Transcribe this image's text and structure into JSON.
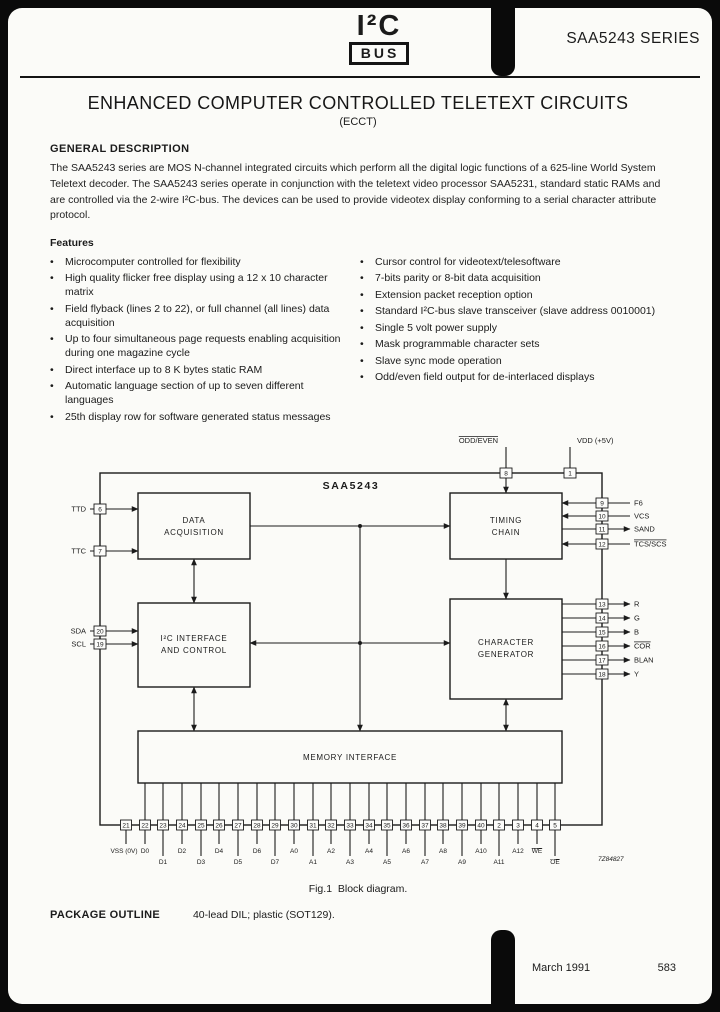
{
  "header": {
    "logo": {
      "line1": "I²C",
      "line2": "BUS"
    },
    "series_title": "SAA5243 SERIES"
  },
  "title": {
    "main": "ENHANCED COMPUTER CONTROLLED TELETEXT CIRCUITS",
    "sub": "(ECCT)"
  },
  "general_description": {
    "heading": "GENERAL DESCRIPTION",
    "body": "The SAA5243 series are MOS N-channel integrated circuits which perform all the digital logic functions of a 625-line World System Teletext decoder. The SAA5243 series operate in conjunction with the teletext video processor SAA5231, standard static RAMs and are controlled via the 2-wire I²C-bus. The devices can be used to provide videotex display conforming to a serial character attribute protocol."
  },
  "features": {
    "heading": "Features",
    "bullet": "•",
    "left": [
      "Microcomputer controlled for flexibility",
      "High quality flicker free display using a 12 x 10 character matrix",
      "Field flyback (lines 2 to 22), or full channel (all lines) data acquisition",
      "Up to four simultaneous page requests enabling acquisition during one magazine cycle",
      "Direct interface up to 8 K bytes static RAM",
      "Automatic language section of up to seven different languages",
      "25th display row for software generated status messages"
    ],
    "right": [
      "Cursor control for videotext/telesoftware",
      "7-bits parity or 8-bit data acquisition",
      "Extension packet reception option",
      "Standard I²C-bus slave transceiver (slave address 0010001)",
      "Single 5 volt power supply",
      "Mask programmable character sets",
      "Slave sync mode operation",
      "Odd/even field output for de-interlaced displays"
    ]
  },
  "diagram": {
    "chip_label": "SAA5243",
    "blocks": {
      "data_acquisition": [
        "DATA",
        "ACQUISITION"
      ],
      "timing_chain": [
        "TIMING",
        "CHAIN"
      ],
      "i2c_interface": [
        "I²C INTERFACE",
        "AND CONTROL"
      ],
      "character_generator": [
        "CHARACTER",
        "GENERATOR"
      ],
      "memory_interface": "MEMORY INTERFACE"
    },
    "top_pins": [
      {
        "num": "8",
        "label": "ODD/EVEN"
      },
      {
        "num": "1",
        "label": "VDD (+5V)"
      }
    ],
    "left_pins": [
      {
        "num": "6",
        "label": "TTD"
      },
      {
        "num": "7",
        "label": "TTC"
      },
      {
        "num": "20",
        "label": "SDA"
      },
      {
        "num": "19",
        "label": "SCL"
      }
    ],
    "right_pins_timing": [
      {
        "num": "9",
        "label": "F6"
      },
      {
        "num": "10",
        "label": "VCS"
      },
      {
        "num": "11",
        "label": "SAND"
      },
      {
        "num": "12",
        "label": "TCS/SCS"
      }
    ],
    "right_pins_chargen": [
      {
        "num": "13",
        "label": "R"
      },
      {
        "num": "14",
        "label": "G"
      },
      {
        "num": "15",
        "label": "B"
      },
      {
        "num": "16",
        "label": "COR"
      },
      {
        "num": "17",
        "label": "BLAN"
      },
      {
        "num": "18",
        "label": "Y"
      }
    ],
    "bottom_pins": [
      {
        "num": "21",
        "label": "VSS (0V)"
      },
      {
        "num": "22",
        "label": "D0"
      },
      {
        "num": "23",
        "label": "D1"
      },
      {
        "num": "24",
        "label": "D2"
      },
      {
        "num": "25",
        "label": "D3"
      },
      {
        "num": "26",
        "label": "D4"
      },
      {
        "num": "27",
        "label": "D5"
      },
      {
        "num": "28",
        "label": "D6"
      },
      {
        "num": "29",
        "label": "D7"
      },
      {
        "num": "30",
        "label": "A0"
      },
      {
        "num": "31",
        "label": "A1"
      },
      {
        "num": "32",
        "label": "A2"
      },
      {
        "num": "33",
        "label": "A3"
      },
      {
        "num": "34",
        "label": "A4"
      },
      {
        "num": "35",
        "label": "A5"
      },
      {
        "num": "36",
        "label": "A6"
      },
      {
        "num": "37",
        "label": "A7"
      },
      {
        "num": "38",
        "label": "A8"
      },
      {
        "num": "39",
        "label": "A9"
      },
      {
        "num": "40",
        "label": "A10"
      },
      {
        "num": "2",
        "label": "A11"
      },
      {
        "num": "3",
        "label": "A12"
      },
      {
        "num": "4",
        "label": "WE"
      },
      {
        "num": "5",
        "label": "OE"
      }
    ],
    "drawing_number": "7Z84827"
  },
  "figure_caption": "Fig.1  Block diagram.",
  "package_outline": {
    "heading": "PACKAGE OUTLINE",
    "text": "40-lead DIL; plastic (SOT129)."
  },
  "footer": {
    "date": "March 1991",
    "page_number": "583"
  }
}
